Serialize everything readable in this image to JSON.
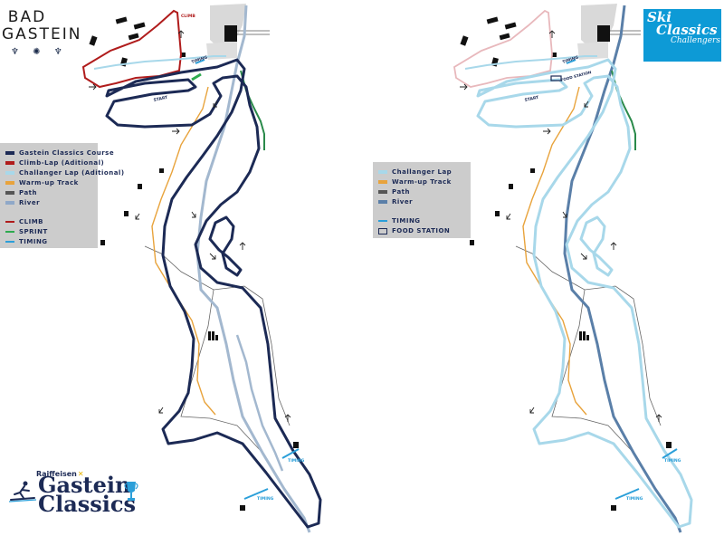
{
  "header": {
    "title": "BAD GASTEIN",
    "crest_glyphs": "♆ ✺ ♆"
  },
  "map_labels": {
    "climb": "CLIMB",
    "timing": "TIMING",
    "start": "START",
    "food_station": "FOOD STATION"
  },
  "legend_left": {
    "items": [
      {
        "label": "Gastein Classics Course",
        "color": "#1c2a55"
      },
      {
        "label": "Climb-Lap (Aditional)",
        "color": "#b01c1c"
      },
      {
        "label": "Challanger Lap (Aditional)",
        "color": "#a8d8ea"
      },
      {
        "label": "Warm-up Track",
        "color": "#e8a33c"
      },
      {
        "label": "Path",
        "color": "#555555"
      },
      {
        "label": "River",
        "color": "#8fa8c8"
      }
    ],
    "markers": [
      {
        "label": "CLIMB",
        "color": "#b01c1c"
      },
      {
        "label": "SPRINT",
        "color": "#2eab4f"
      },
      {
        "label": "TIMING",
        "color": "#2b9fd9"
      }
    ]
  },
  "legend_right": {
    "items": [
      {
        "label": "Challanger Lap",
        "color": "#a8d8ea"
      },
      {
        "label": "Warm-up Track",
        "color": "#e8a33c"
      },
      {
        "label": "Path",
        "color": "#555555"
      },
      {
        "label": "River",
        "color": "#5a7fa8"
      }
    ],
    "markers": [
      {
        "label": "TIMING",
        "color": "#2b9fd9"
      },
      {
        "label": "FOOD STATION",
        "color": "#1c2a55"
      }
    ]
  },
  "logos": {
    "sponsor": "Raiffeisen",
    "sponsor_mark": "✕",
    "event_line1": "Gastein",
    "event_line2": "Classics",
    "ski_line1": "Ski",
    "ski_line2": "Classics",
    "ski_line3": "Challengers"
  },
  "colors": {
    "course": "#1c2a55",
    "climb": "#b01c1c",
    "challenger": "#a8d8ea",
    "warmup": "#e8a33c",
    "path": "#555555",
    "river": "#8fa8c8",
    "river_dark": "#5a7fa8",
    "green_path": "#2a8a4a",
    "timing": "#2b9fd9"
  }
}
